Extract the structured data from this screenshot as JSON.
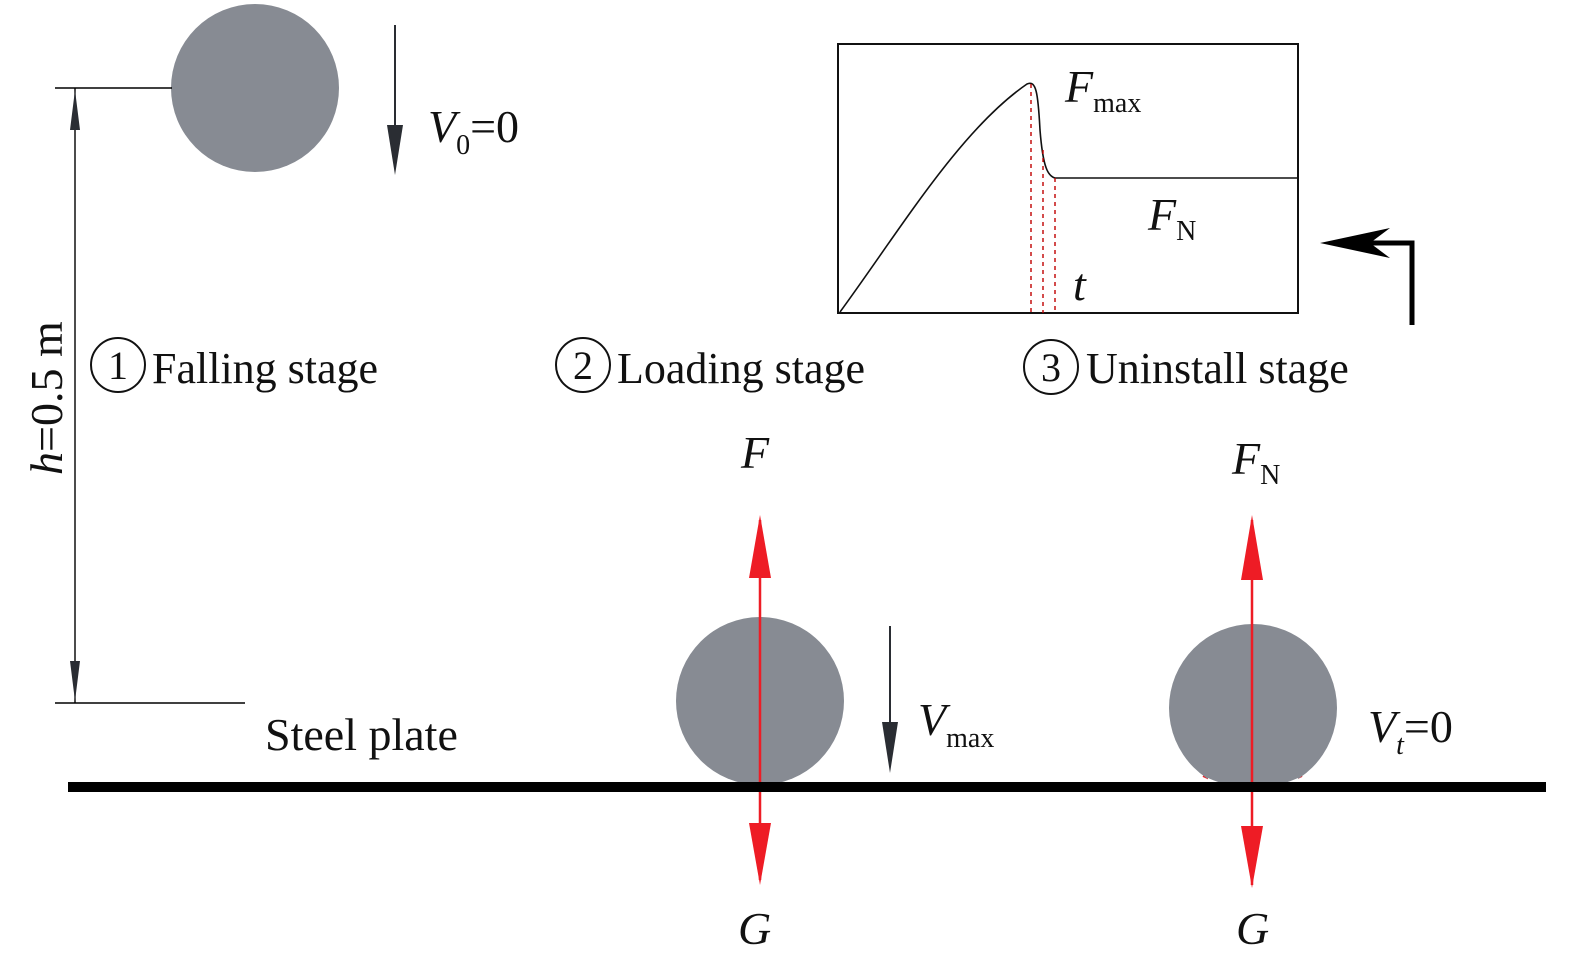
{
  "colors": {
    "ball": "#878b93",
    "force_arrow": "#ee1c25",
    "plate": "#000000",
    "velocity_arrow": "#2a2d33",
    "guide_line": "#c00000"
  },
  "labels": {
    "v0_main": "V",
    "v0_sub": "0",
    "v0_rest": "=0",
    "h_var": "h",
    "h_rest": "=0.5 m",
    "stage1_num": "1",
    "stage1_text": "Falling stage",
    "stage2_num": "2",
    "stage2_text": "Loading stage",
    "stage3_num": "3",
    "stage3_text": "Uninstall stage",
    "force_f": "F",
    "force_fn_main": "F",
    "force_fn_sub": "N",
    "vmax_main": "V",
    "vmax_sub": "max",
    "vt_main": "V",
    "vt_sub": "t",
    "vt_rest": "=0",
    "gravity_1": "G",
    "gravity_2": "G",
    "plate_label": "Steel plate",
    "inset_fmax_main": "F",
    "inset_fmax_sub": "max",
    "inset_fn_main": "F",
    "inset_fn_sub": "N",
    "inset_t": "t"
  },
  "icons": {
    "velocity_arrow": "down-arrow-icon",
    "force_arrow": "double-headed-arrow-icon",
    "flow_arrow": "bent-left-arrow-icon"
  }
}
